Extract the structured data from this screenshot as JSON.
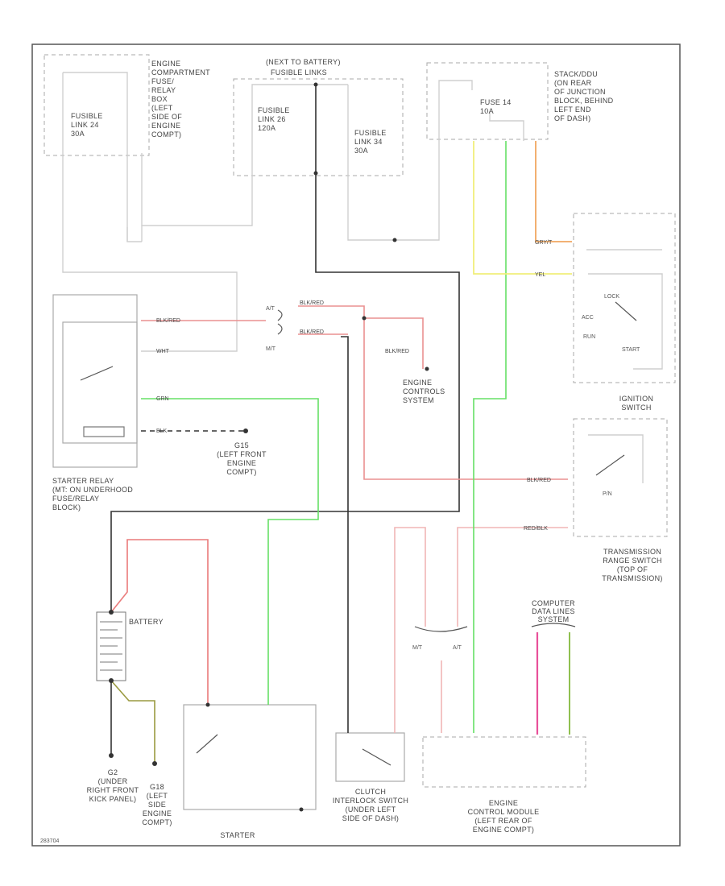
{
  "colors": {
    "gray_wire": "#cfcfcf",
    "black_wire": "#333333",
    "red_wire": "#ea7a7a",
    "pink_red_wire": "#f0b5b5",
    "green_wire": "#66e066",
    "yellow_wire": "#f0ee7a",
    "orange_wire": "#f0a860",
    "dashed_box": "#a8a8a8",
    "text": "#444444"
  },
  "labels": {
    "engine_relay_lines": [
      "ENGINE",
      "COMPARTMENT",
      "FUSE/",
      "RELAY",
      "BOX",
      "(LEFT",
      "SIDE OF",
      "ENGINE",
      "COMPT)"
    ],
    "next_battery": "(NEXT TO BATTERY)",
    "fusible_links": "FUSIBLE LINKS",
    "junction_lines": [
      "STACK/DDU",
      "(ON REAR",
      "OF JUNCTION",
      "BLOCK, BEHIND",
      "LEFT END",
      "OF DASH)"
    ],
    "fl24": [
      "FUSIBLE",
      "LINK 24",
      "30A"
    ],
    "fl26": [
      "FUSIBLE",
      "LINK 26",
      "120A"
    ],
    "fl34": [
      "FUSIBLE",
      "LINK 34",
      "30A"
    ],
    "fuse14": [
      "FUSE 14",
      "10A"
    ],
    "starter_relay_lines": [
      "STARTER RELAY",
      "(MT: ON UNDERHOOD",
      "FUSE/RELAY",
      "BLOCK)"
    ],
    "engine_control": [
      "ENGINE",
      "CONTROLS",
      "SYSTEM"
    ],
    "g_front": [
      "G15",
      "(LEFT FRONT",
      "ENGINE",
      "COMPT)"
    ],
    "ignition": [
      "IGNITION",
      "SWITCH"
    ],
    "lock": "LOCK",
    "acc": "ACC",
    "run": "RUN",
    "start": "START",
    "trans_range": [
      "TRANSMISSION",
      "RANGE SWITCH",
      "(TOP OF",
      "TRANSMISSION)"
    ],
    "battery": "BATTERY",
    "computer_data": [
      "COMPUTER",
      "DATA LINES",
      "SYSTEM"
    ],
    "g_under": [
      "G2",
      "(UNDER",
      "RIGHT FRONT",
      "KICK PANEL)"
    ],
    "g_side": [
      "G18",
      "(LEFT",
      "SIDE",
      "ENGINE",
      "COMPT)"
    ],
    "starter": "STARTER",
    "clutch": [
      "CLUTCH",
      "INTERLOCK SWITCH",
      "(UNDER LEFT",
      "SIDE OF DASH)"
    ],
    "ecm": [
      "ENGINE",
      "CONTROL MODULE",
      "(LEFT REAR OF",
      "ENGINE COMPT)"
    ],
    "at": "A/T",
    "mt": "M/T",
    "mt2": "M/T",
    "at2": "A/T",
    "pn": "P/N",
    "footer_code": "283704"
  },
  "wires": {
    "blk_red_1": "BLK/RED",
    "blk_red_2": "BLK/RED",
    "blk_red_3": "BLK/RED",
    "blk_red_4": "BLK/RED",
    "red_blk": "RED/BLK",
    "wht": "WHT",
    "grn": "GRN",
    "blk": "BLK",
    "yel": "YEL",
    "gray_t": "GRY/T"
  }
}
